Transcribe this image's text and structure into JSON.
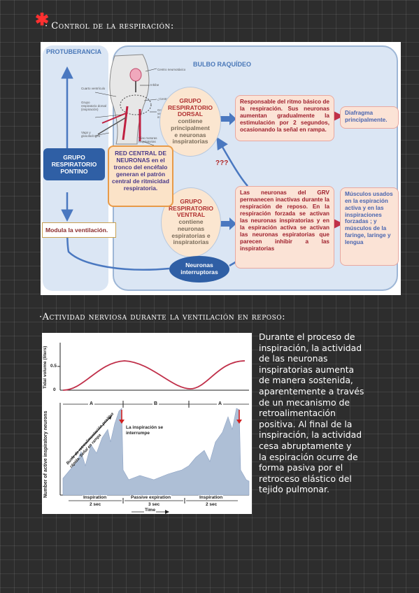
{
  "section1": {
    "bullet_symbol": "✱",
    "title": "· Control de la respiración:"
  },
  "diagram": {
    "protuberancia_label": "PROTUBERANCIA",
    "bulbo_label": "BULBO RAQUÍDEO",
    "anatomy_labels": {
      "centro_neumotaxico": "Centro neumotáxico",
      "inhibe": "Inhibe",
      "cuarto_ventriculo": "Cuarto ventrículo",
      "centro_apneustico": "¿Centro apneústico?",
      "grupo_dorsal": "Grupo respiratorio dorsal (inspiración)",
      "grupo_ventral": "Grupo respiratorio ventral (espiración e inspiración)",
      "vago_gloso": "Vago y glosofaríngeo",
      "vias_motoras": "Vías motoras respiratorias"
    },
    "dorsal_oval": {
      "lines": [
        "GRUPO",
        "RESPIRATORIO",
        "DORSAL",
        "contiene",
        "principalment",
        "e neuronas",
        "inspiratorias"
      ]
    },
    "ventral_oval": {
      "lines": [
        "GRUPO",
        "RESPIRATORIO",
        "VENTRAL",
        "contiene",
        "neuronas",
        "espiratorias e",
        "inspiratorias"
      ]
    },
    "ritmo_box": "Responsable del ritmo básico de la respiración. Sus neuronas aumentan gradualmente la estimulación por 2 segundos, ocasionando la señal en rampa.",
    "diafragma_box": "Diafragma principalmente.",
    "grv_box": "Las neuronas del GRV permanecen inactivas durante la respiración de reposo. En la respiración forzada se activan las neuronas inspiratorias y en la espiración activa se activan las neuronas espiratorias que parecen inhibir a las inspiratorias",
    "musculos_box": "Músculos usados en la espiración activa y en las inspiraciones forzadas ; y músculos de la faringe, laringe y lengua",
    "red_central_box": "RED CENTRAL DE NEURONAS en el tronco del encéfalo generan el patrón central de ritmicidad respiratoria.",
    "pontino_box": "GRUPO RESPIRATORIO PONTINO",
    "modula_box": "Modula la ventilación.",
    "interruptoras_oval": "Neuronas interruptoras",
    "question_marks": "???"
  },
  "section2": {
    "title": "·Actividad nerviosa durante la ventilación en reposo:"
  },
  "graph": {
    "ylabel_top": "Tidal volume (liters)",
    "ylabel_bottom": "Number of active inspiratory neurons",
    "ytick_top": "0.5",
    "ytick_bottom": "0",
    "phases": [
      "A",
      "B",
      "A"
    ],
    "ramp_label": "Bucle de retroalimentación positiva rápida. Señal en rampa",
    "interrupt_label": "La inspiración se interrumpe",
    "bottom_phases": [
      {
        "name": "Inspiration",
        "duration": "2 sec"
      },
      {
        "name": "Passive expiration",
        "duration": "3 sec"
      },
      {
        "name": "Inspiration",
        "duration": "2 sec"
      }
    ],
    "xlabel": "Time",
    "colors": {
      "volume_curve": "#c0304a",
      "activity_fill": "#aebfd6",
      "arrow": "#d02020"
    }
  },
  "notes": {
    "lines": [
      "Durante el proceso de",
      "inspiración, la actividad",
      "de las neuronas",
      "inspiratorias aumenta",
      "de manera sostenida,",
      "aparentemente a través",
      "de un mecanismo de",
      "retroalimentación",
      "positiva. Al final de la",
      "inspiración, la actividad",
      "cesa abruptamente y",
      "la espiración ocurre de",
      "forma pasiva por el",
      "retroceso elástico del",
      "tejido pulmonar."
    ]
  }
}
